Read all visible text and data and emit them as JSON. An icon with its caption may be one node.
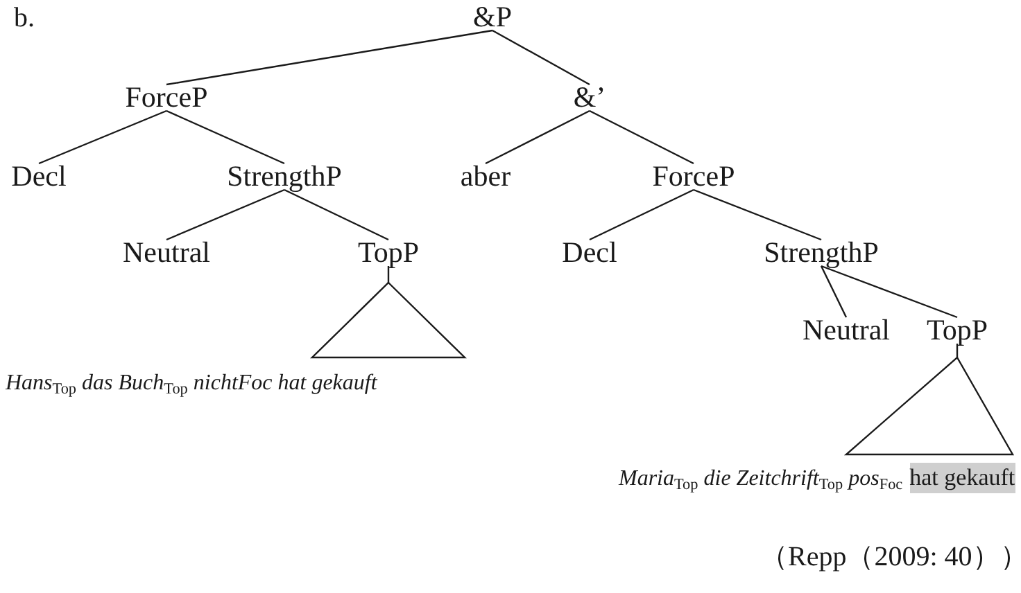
{
  "diagram": {
    "nodes": [
      {
        "text": [
          "&P"
        ]
      },
      {
        "text": [
          "ForceP"
        ]
      },
      {
        "text": [
          "&’"
        ]
      },
      {
        "text": [
          "Decl"
        ]
      },
      {
        "text": [
          "StrengthP"
        ]
      },
      {
        "text": [
          "aber"
        ]
      },
      {
        "text": [
          "ForceP"
        ]
      },
      {
        "text": [
          "Neutral"
        ]
      },
      {
        "text": [
          "TopP"
        ]
      },
      {
        "text": [
          "Decl"
        ]
      },
      {
        "text": [
          "StrengthP"
        ]
      },
      {
        "text": [
          "Hans$_{Top}$ das Buch$_{Top}$ nichtFoc hat gekauft"
        ]
      },
      {
        "text": [
          "Neutral"
        ]
      },
      {
        "text": [
          "TopP"
        ]
      },
      {
        "text": [
          "*Maria*$_{Top}$ *die Zeitchrift*$_{Top}$ *pos*$_{Foc}$",
          "hat gekauft"
        ]
      }
    ],
    "edges": [
      {
        "from": 0,
        "to": 1,
        "arrow": "none"
      },
      {
        "from": 0,
        "to": 2,
        "arrow": "none"
      },
      {
        "from": 1,
        "to": 3,
        "arrow": "none"
      },
      {
        "from": 1,
        "to": 4,
        "arrow": "none"
      },
      {
        "from": 2,
        "to": 5,
        "arrow": "none"
      },
      {
        "from": 2,
        "to": 6,
        "arrow": "none"
      },
      {
        "from": 4,
        "to": 7,
        "arrow": "none"
      },
      {
        "from": 4,
        "to": 8,
        "arrow": "none"
      },
      {
        "from": 6,
        "to": 9,
        "arrow": "none"
      },
      {
        "from": 6,
        "to": 10,
        "arrow": "none"
      },
      {
        "from": 8,
        "to": 11,
        "arrow": "none"
      },
      {
        "from": 10,
        "to": 12,
        "arrow": "none"
      },
      {
        "from": 10,
        "to": 13,
        "arrow": "none"
      },
      {
        "from": 13,
        "to": 14,
        "arrow": "none"
      }
    ],
    "labels": [
      "b.",
      "（Repp（2009: 40））"
    ]
  }
}
